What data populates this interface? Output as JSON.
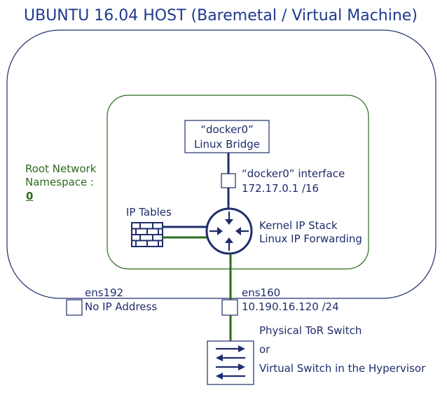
{
  "title": "UBUNTU 16.04 HOST (Baremetal / Virtual Machine)",
  "namespace": {
    "label_line1": "Root Network",
    "label_line2": "Namespace :",
    "value": "0"
  },
  "bridge": {
    "line1": "“docker0”",
    "line2": "Linux Bridge"
  },
  "bridge_interface": {
    "line1": "“docker0” interface",
    "line2": "172.17.0.1 /16"
  },
  "iptables": {
    "label": "IP Tables"
  },
  "kernel": {
    "line1": "Kernel IP Stack",
    "line2": "Linux IP Forwarding"
  },
  "ens192": {
    "name": "ens192",
    "address": "No IP Address"
  },
  "ens160": {
    "name": "ens160",
    "address": "10.190.16.120 /24"
  },
  "switch": {
    "line1": "Physical ToR Switch",
    "line2": "or",
    "line3": "Virtual Switch in the Hypervisor"
  },
  "colors": {
    "host_border": "#1f2d6b",
    "namespace_border": "#2a6b1c",
    "navy": "#1f2d6b",
    "green": "#2a6b1c"
  }
}
